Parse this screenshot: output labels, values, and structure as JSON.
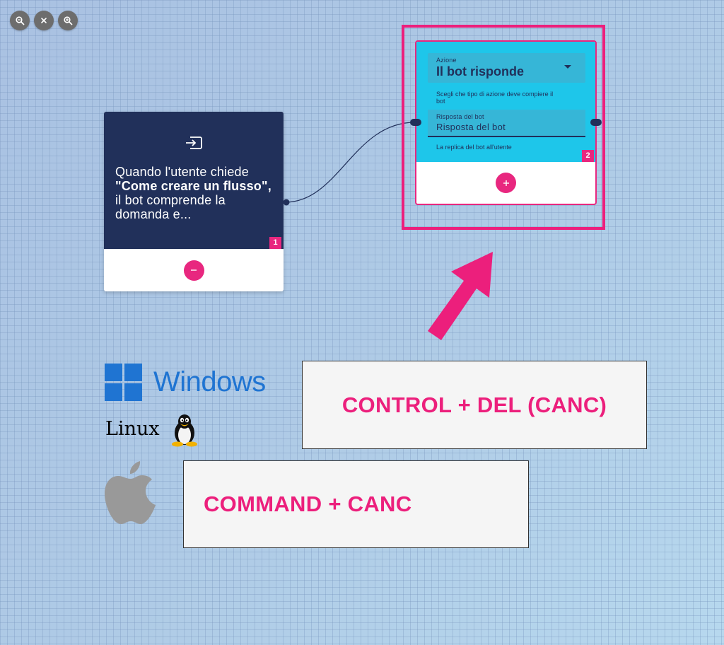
{
  "toolbar": {
    "zoom_out_icon": "zoom-out-icon",
    "close_icon": "close-icon",
    "zoom_in_icon": "zoom-in-icon"
  },
  "node1": {
    "icon": "input-icon",
    "text_1": "Quando l'utente chiede ",
    "text_bold": "\"Come creare un flusso\",",
    "text_2": "  il bot comprende la domanda e...",
    "number": "1",
    "action_icon": "minus-icon"
  },
  "node2": {
    "action_label": "Azione",
    "action_value": "Il bot risponde",
    "action_helper": "Scegli che tipo di azione deve compiere il bot",
    "reply_label": "Risposta del bot",
    "reply_value": "Risposta del bot",
    "reply_helper": "La replica del bot all'utente",
    "number": "2",
    "action_icon": "plus-icon"
  },
  "logos": {
    "windows": "Windows",
    "linux": "Linux",
    "apple_icon": "apple-icon"
  },
  "shortcuts": {
    "windows_linux": "CONTROL + DEL (CANC)",
    "mac": "COMMAND + CANC"
  },
  "colors": {
    "accent": "#e8277f",
    "navy": "#21305a",
    "cyan": "#1ec6ea",
    "windows_blue": "#1f74d2"
  }
}
